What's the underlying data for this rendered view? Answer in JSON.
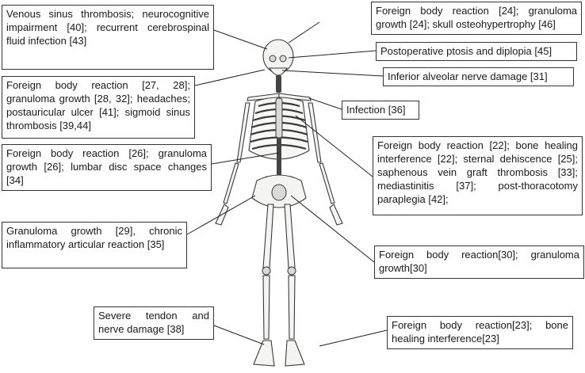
{
  "labels": {
    "skull_left": "Venous sinus thrombosis; neurocognitive impairment [40]; recurrent cerebrospinal fluid infection [43]",
    "skull_right": "Foreign body reaction [24]; granuloma growth [24]; skull osteohypertrophy [46]",
    "orbit": "Postoperative ptosis and diplopia [45]",
    "jaw": "Inferior alveolar nerve damage [31]",
    "neck_left": "Foreign body reaction [27, 28]; granuloma growth [28, 32]; headaches; postauricular ulcer [41]; sigmoid sinus thrombosis [39,44]",
    "shoulder": "Infection [36]",
    "spine_left": "Foreign body reaction [26]; granuloma growth [26]; lumbar disc space changes [34]",
    "chest": "Foreign body reaction [22]; bone healing interference [22]; sternal dehiscence [25]; saphenous vein graft thrombosis [33]; mediastinitis [37]; post-thoracotomy paraplegia [42];",
    "hip": "Granuloma growth [29], chronic inflammatory articular reaction [35]",
    "femur": "Foreign body reaction[30]; granuloma growth[30]",
    "ankle_left": "Severe tendon and nerve damage [38]",
    "ankle_right": "Foreign body reaction[23]; bone healing interference[23]"
  }
}
